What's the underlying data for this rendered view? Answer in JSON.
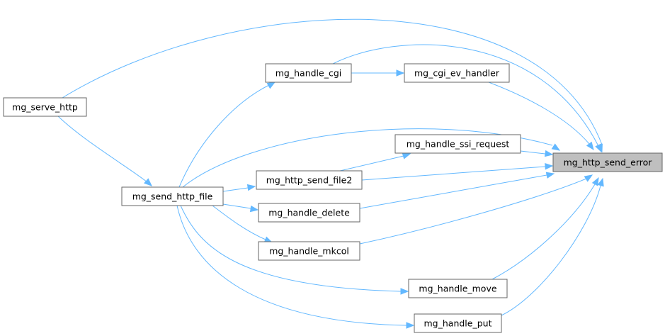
{
  "colors": {
    "edge": "#63b8ff",
    "node_border": "#666666",
    "node_fill": "#ffffff",
    "highlight_fill": "#bfbfbf"
  },
  "nodes": [
    {
      "id": "mg_http_send_error",
      "label": "mg_http_send_error",
      "highlight": true
    },
    {
      "id": "mg_serve_http",
      "label": "mg_serve_http"
    },
    {
      "id": "mg_send_http_file",
      "label": "mg_send_http_file"
    },
    {
      "id": "mg_handle_cgi",
      "label": "mg_handle_cgi"
    },
    {
      "id": "mg_cgi_ev_handler",
      "label": "mg_cgi_ev_handler"
    },
    {
      "id": "mg_handle_ssi_request",
      "label": "mg_handle_ssi_request"
    },
    {
      "id": "mg_http_send_file2",
      "label": "mg_http_send_file2"
    },
    {
      "id": "mg_handle_delete",
      "label": "mg_handle_delete"
    },
    {
      "id": "mg_handle_mkcol",
      "label": "mg_handle_mkcol"
    },
    {
      "id": "mg_handle_move",
      "label": "mg_handle_move"
    },
    {
      "id": "mg_handle_put",
      "label": "mg_handle_put"
    }
  ],
  "edges": [
    {
      "from": "mg_serve_http",
      "to": "mg_http_send_error"
    },
    {
      "from": "mg_serve_http",
      "to": "mg_send_http_file"
    },
    {
      "from": "mg_send_http_file",
      "to": "mg_handle_cgi"
    },
    {
      "from": "mg_send_http_file",
      "to": "mg_http_send_error"
    },
    {
      "from": "mg_send_http_file",
      "to": "mg_http_send_file2"
    },
    {
      "from": "mg_send_http_file",
      "to": "mg_handle_delete"
    },
    {
      "from": "mg_send_http_file",
      "to": "mg_handle_mkcol"
    },
    {
      "from": "mg_send_http_file",
      "to": "mg_handle_move"
    },
    {
      "from": "mg_send_http_file",
      "to": "mg_handle_put"
    },
    {
      "from": "mg_handle_cgi",
      "to": "mg_cgi_ev_handler"
    },
    {
      "from": "mg_handle_cgi",
      "to": "mg_http_send_error"
    },
    {
      "from": "mg_cgi_ev_handler",
      "to": "mg_http_send_error"
    },
    {
      "from": "mg_handle_ssi_request",
      "to": "mg_http_send_error"
    },
    {
      "from": "mg_http_send_file2",
      "to": "mg_handle_ssi_request"
    },
    {
      "from": "mg_http_send_file2",
      "to": "mg_http_send_error"
    },
    {
      "from": "mg_handle_delete",
      "to": "mg_http_send_error"
    },
    {
      "from": "mg_handle_mkcol",
      "to": "mg_http_send_error"
    },
    {
      "from": "mg_handle_move",
      "to": "mg_http_send_error"
    },
    {
      "from": "mg_handle_put",
      "to": "mg_http_send_error"
    }
  ]
}
